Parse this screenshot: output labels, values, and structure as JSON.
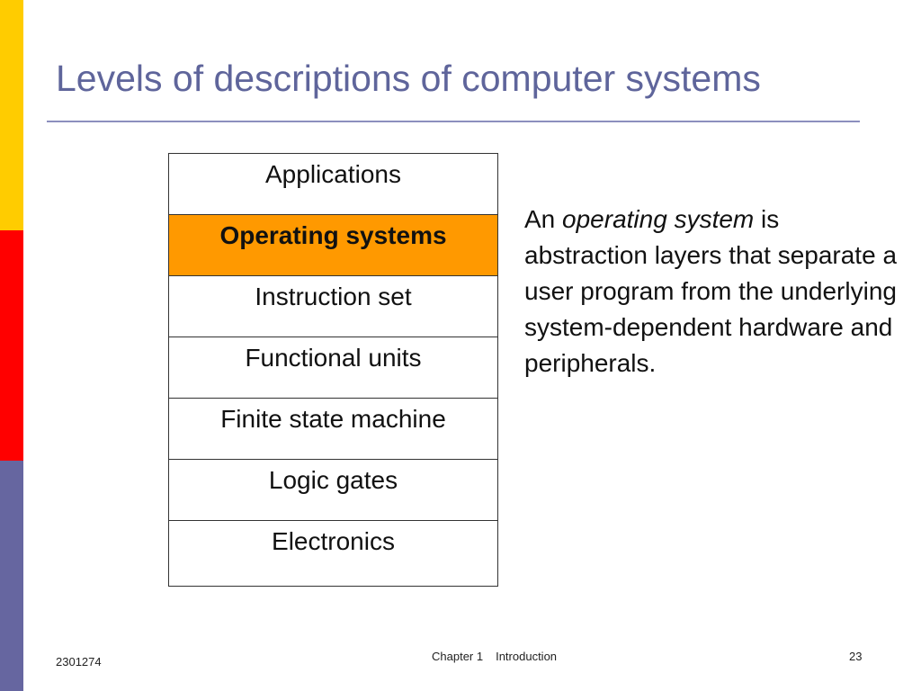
{
  "colors": {
    "sidebar_top": "#ffcc00",
    "sidebar_middle": "#ff0000",
    "sidebar_bottom": "#6666a0",
    "title": "#5f659b",
    "rule": "#8c8fbe",
    "highlight": "#ff9900"
  },
  "slide": {
    "title": "Levels of descriptions of computer systems"
  },
  "layers": [
    {
      "label": "Applications",
      "highlighted": false
    },
    {
      "label": "Operating systems",
      "highlighted": true
    },
    {
      "label": "Instruction set",
      "highlighted": false
    },
    {
      "label": "Functional units",
      "highlighted": false
    },
    {
      "label": "Finite state machine",
      "highlighted": false
    },
    {
      "label": "Logic gates",
      "highlighted": false
    },
    {
      "label": "Electronics",
      "highlighted": false
    }
  ],
  "description": {
    "prefix": "An ",
    "emphasis": "operating system",
    "suffix": " is abstraction layers that separate a user program from the underlying system-dependent hardware and peripherals."
  },
  "footer": {
    "course_code": "2301274",
    "chapter": "Chapter 1",
    "section": "Introduction",
    "page_number": "23"
  }
}
